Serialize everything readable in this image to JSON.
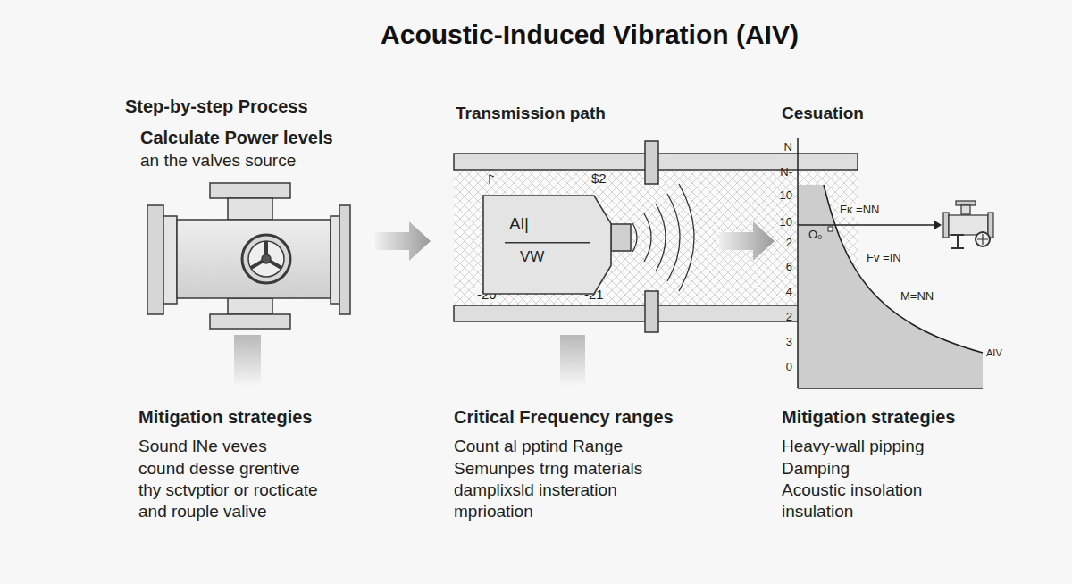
{
  "diagram": {
    "title": "Acoustic-Induced Vibration (AIV)",
    "nodes": [
      {
        "text": [
          "Al|",
          "VW"
        ]
      }
    ],
    "labels": [
      "Step-by-step Process",
      "Calculate Power levels",
      "an the valves source",
      "Transmission path",
      "$2",
      "-20",
      "-21",
      "Cesuation",
      "N",
      "N-",
      "10",
      "10",
      "2",
      "6",
      "4",
      "2",
      "3",
      "0",
      "Fκ =NN",
      "O₀",
      "Fv =IN",
      "M=NN",
      "AIV",
      "Mitigation strategies",
      "Sound lNe veves",
      "cound desse grentive",
      "thy sctvptior or rocticate",
      "and rouple valive",
      "Critical Frequency ranges",
      "Count al pptind Range",
      "Semunpes trng materials",
      "damplixsld insteration",
      "mprioation",
      "Mitigation strategies",
      "Heavy-wall pipping",
      "Damping",
      "Acoustic insolation",
      "insulation"
    ]
  }
}
